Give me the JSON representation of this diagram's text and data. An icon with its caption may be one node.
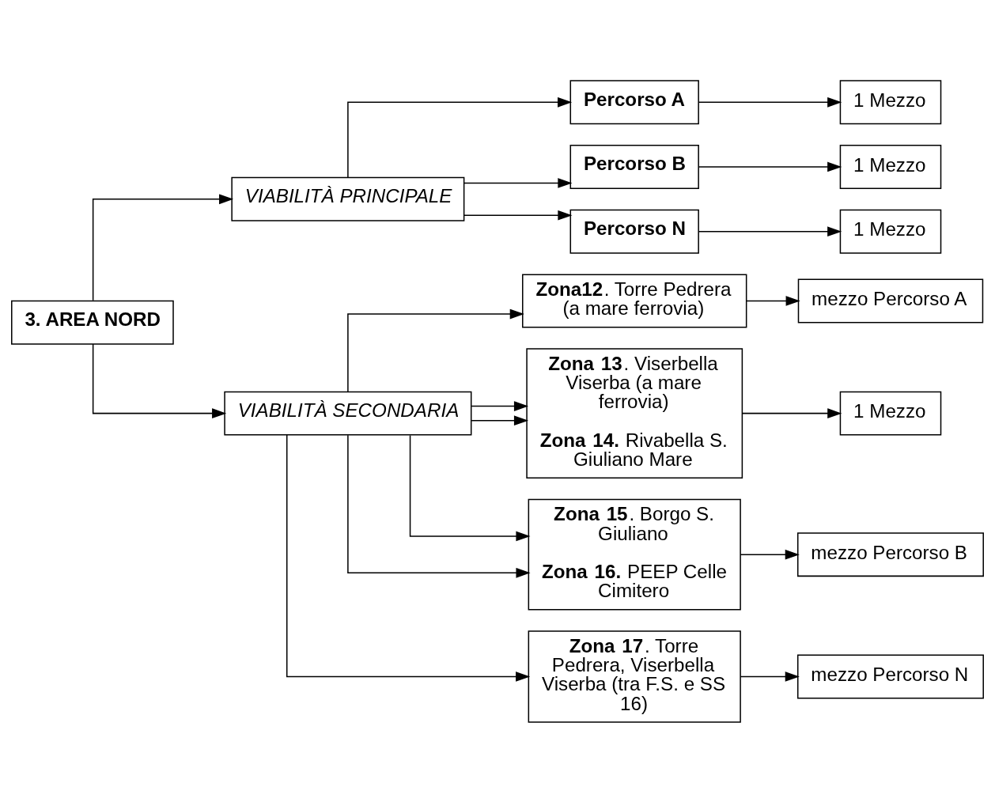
{
  "diagram": {
    "nodes": [
      {
        "text": [
          "3. AREA NORD"
        ]
      },
      {
        "text": [
          "VIABILITÀ PRINCIPALE"
        ]
      },
      {
        "text": [
          "VIABILITÀ SECONDARIA"
        ]
      },
      {
        "text": [
          "Percorso A"
        ]
      },
      {
        "text": [
          "1 Mezzo"
        ]
      },
      {
        "text": [
          "Percorso B"
        ]
      },
      {
        "text": [
          "1 Mezzo"
        ]
      },
      {
        "text": [
          "Percorso N"
        ]
      },
      {
        "text": [
          "1 Mezzo"
        ]
      },
      {
        "text": [
          "**Zona12**. Torre Pedrera (a mare ferrovia)"
        ]
      },
      {
        "text": [
          "mezzo Percorso A"
        ]
      },
      {
        "text": [
          "**Zona 13**. Viserbella Viserba (a mare ferrovia)",
          "**Zona 14.** Rivabella S. Giuliano Mare"
        ]
      },
      {
        "text": [
          "1 Mezzo"
        ]
      },
      {
        "text": [
          "**Zona 15**. Borgo S. Giuliano",
          "**Zona 16.** PEEP Celle Cimitero"
        ]
      },
      {
        "text": [
          "mezzo Percorso B"
        ]
      },
      {
        "text": [
          "**Zona 17**. Torre Pedrera, Viserbella Viserba (tra F.S. e SS 16)"
        ]
      },
      {
        "text": [
          "mezzo Percorso N"
        ]
      }
    ],
    "edges": [
      {
        "from": 0,
        "to": 1,
        "arrow": "to"
      },
      {
        "from": 0,
        "to": 2,
        "arrow": "to"
      },
      {
        "from": 1,
        "to": 3,
        "arrow": "to"
      },
      {
        "from": 1,
        "to": 5,
        "arrow": "to"
      },
      {
        "from": 1,
        "to": 7,
        "arrow": "to"
      },
      {
        "from": 3,
        "to": 4,
        "arrow": "to"
      },
      {
        "from": 5,
        "to": 6,
        "arrow": "to"
      },
      {
        "from": 7,
        "to": 8,
        "arrow": "to"
      },
      {
        "from": 2,
        "to": 9,
        "arrow": "to"
      },
      {
        "from": 2,
        "to": 11,
        "arrow": "to"
      },
      {
        "from": 2,
        "to": 11,
        "arrow": "to"
      },
      {
        "from": 2,
        "to": 13,
        "arrow": "to"
      },
      {
        "from": 2,
        "to": 13,
        "arrow": "to"
      },
      {
        "from": 2,
        "to": 15,
        "arrow": "to"
      },
      {
        "from": 9,
        "to": 10,
        "arrow": "to"
      },
      {
        "from": 11,
        "to": 12,
        "arrow": "to"
      },
      {
        "from": 13,
        "to": 14,
        "arrow": "to"
      },
      {
        "from": 15,
        "to": 16,
        "arrow": "to"
      }
    ]
  }
}
